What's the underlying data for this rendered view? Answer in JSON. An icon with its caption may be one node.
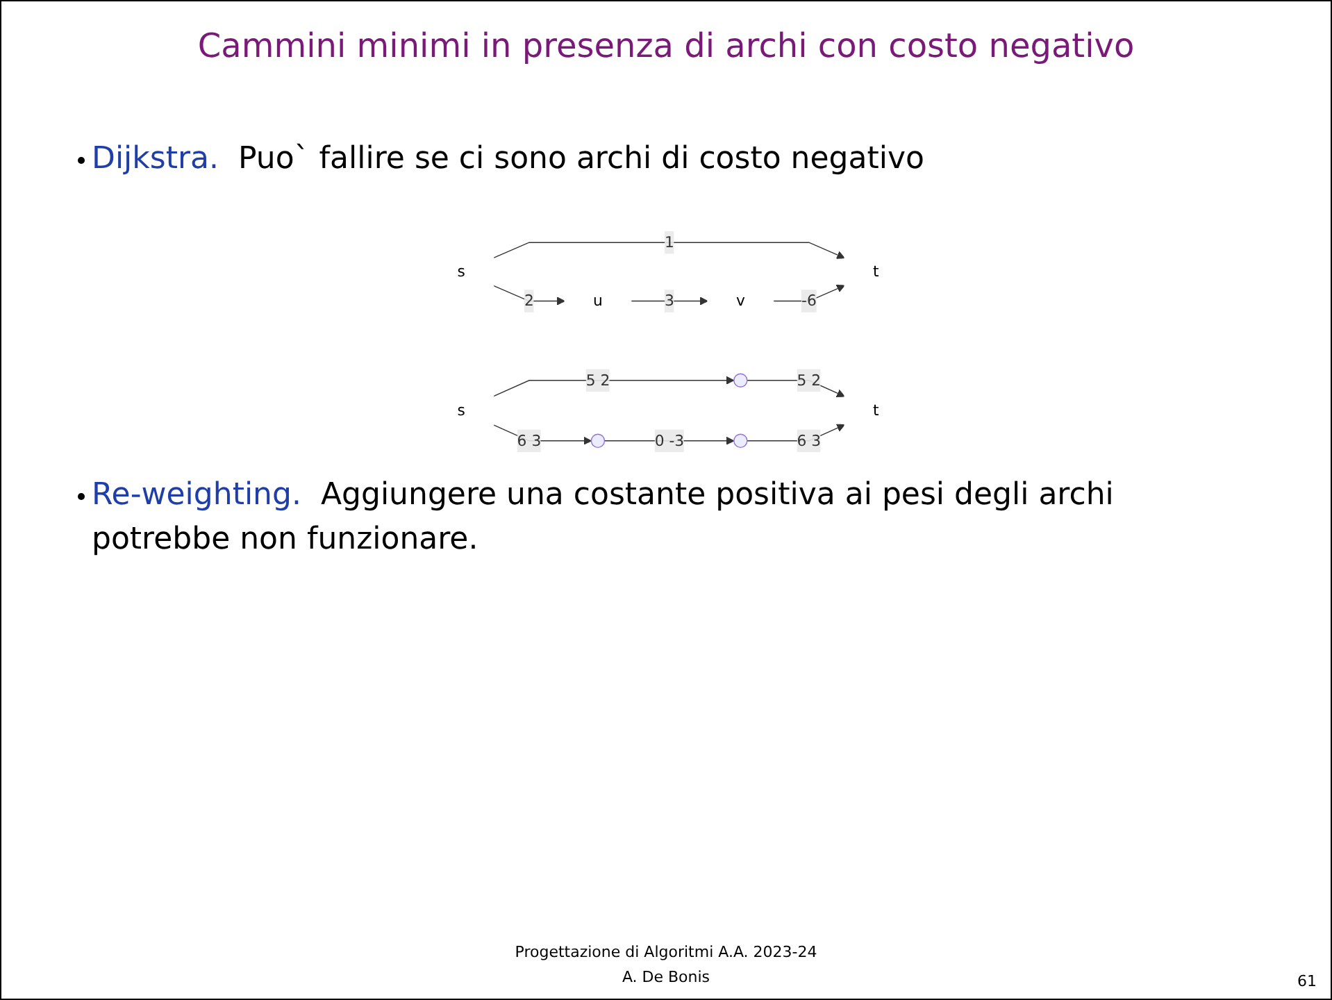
{
  "diagram": {
    "title": "Cammini minimi in presenza di archi con costo negativo",
    "nodes": [
      {
        "text": [
          "s"
        ]
      },
      {
        "text": [
          "u"
        ]
      },
      {
        "text": [
          "v"
        ]
      },
      {
        "text": [
          "t"
        ]
      },
      {
        "text": [
          "s"
        ]
      },
      {
        "text": [],
        "shape": "point"
      },
      {
        "text": [
          "t"
        ]
      },
      {
        "text": [],
        "shape": "point"
      },
      {
        "text": [],
        "shape": "point"
      }
    ],
    "edges": [
      {
        "from": 0,
        "to": 1,
        "arrow": "to",
        "label": "2"
      },
      {
        "from": 1,
        "to": 2,
        "arrow": "to",
        "label": "3"
      },
      {
        "from": 0,
        "to": 3,
        "arrow": "to",
        "label": "1"
      },
      {
        "from": 2,
        "to": 3,
        "arrow": "to",
        "label": "-6"
      },
      {
        "from": 4,
        "to": 5,
        "arrow": "to",
        "label": "5 2"
      },
      {
        "from": 5,
        "to": 6,
        "arrow": "to",
        "label": "5 2"
      },
      {
        "from": 4,
        "to": 7,
        "arrow": "to",
        "label": "6 3"
      },
      {
        "from": 7,
        "to": 8,
        "arrow": "to",
        "label": "0 -3"
      },
      {
        "from": 8,
        "to": 6,
        "arrow": "to",
        "label": "6 3"
      }
    ],
    "labels": [
      "Dijkstra.",
      "Puo` fallire se ci sono archi di costo negativo",
      "Re-weighting.",
      "Aggiungere una costante positiva ai pesi degli archi potrebbe non funzionare.",
      "Progettazione di Algoritmi A.A. 2023-24",
      "A. De Bonis",
      "61"
    ]
  }
}
